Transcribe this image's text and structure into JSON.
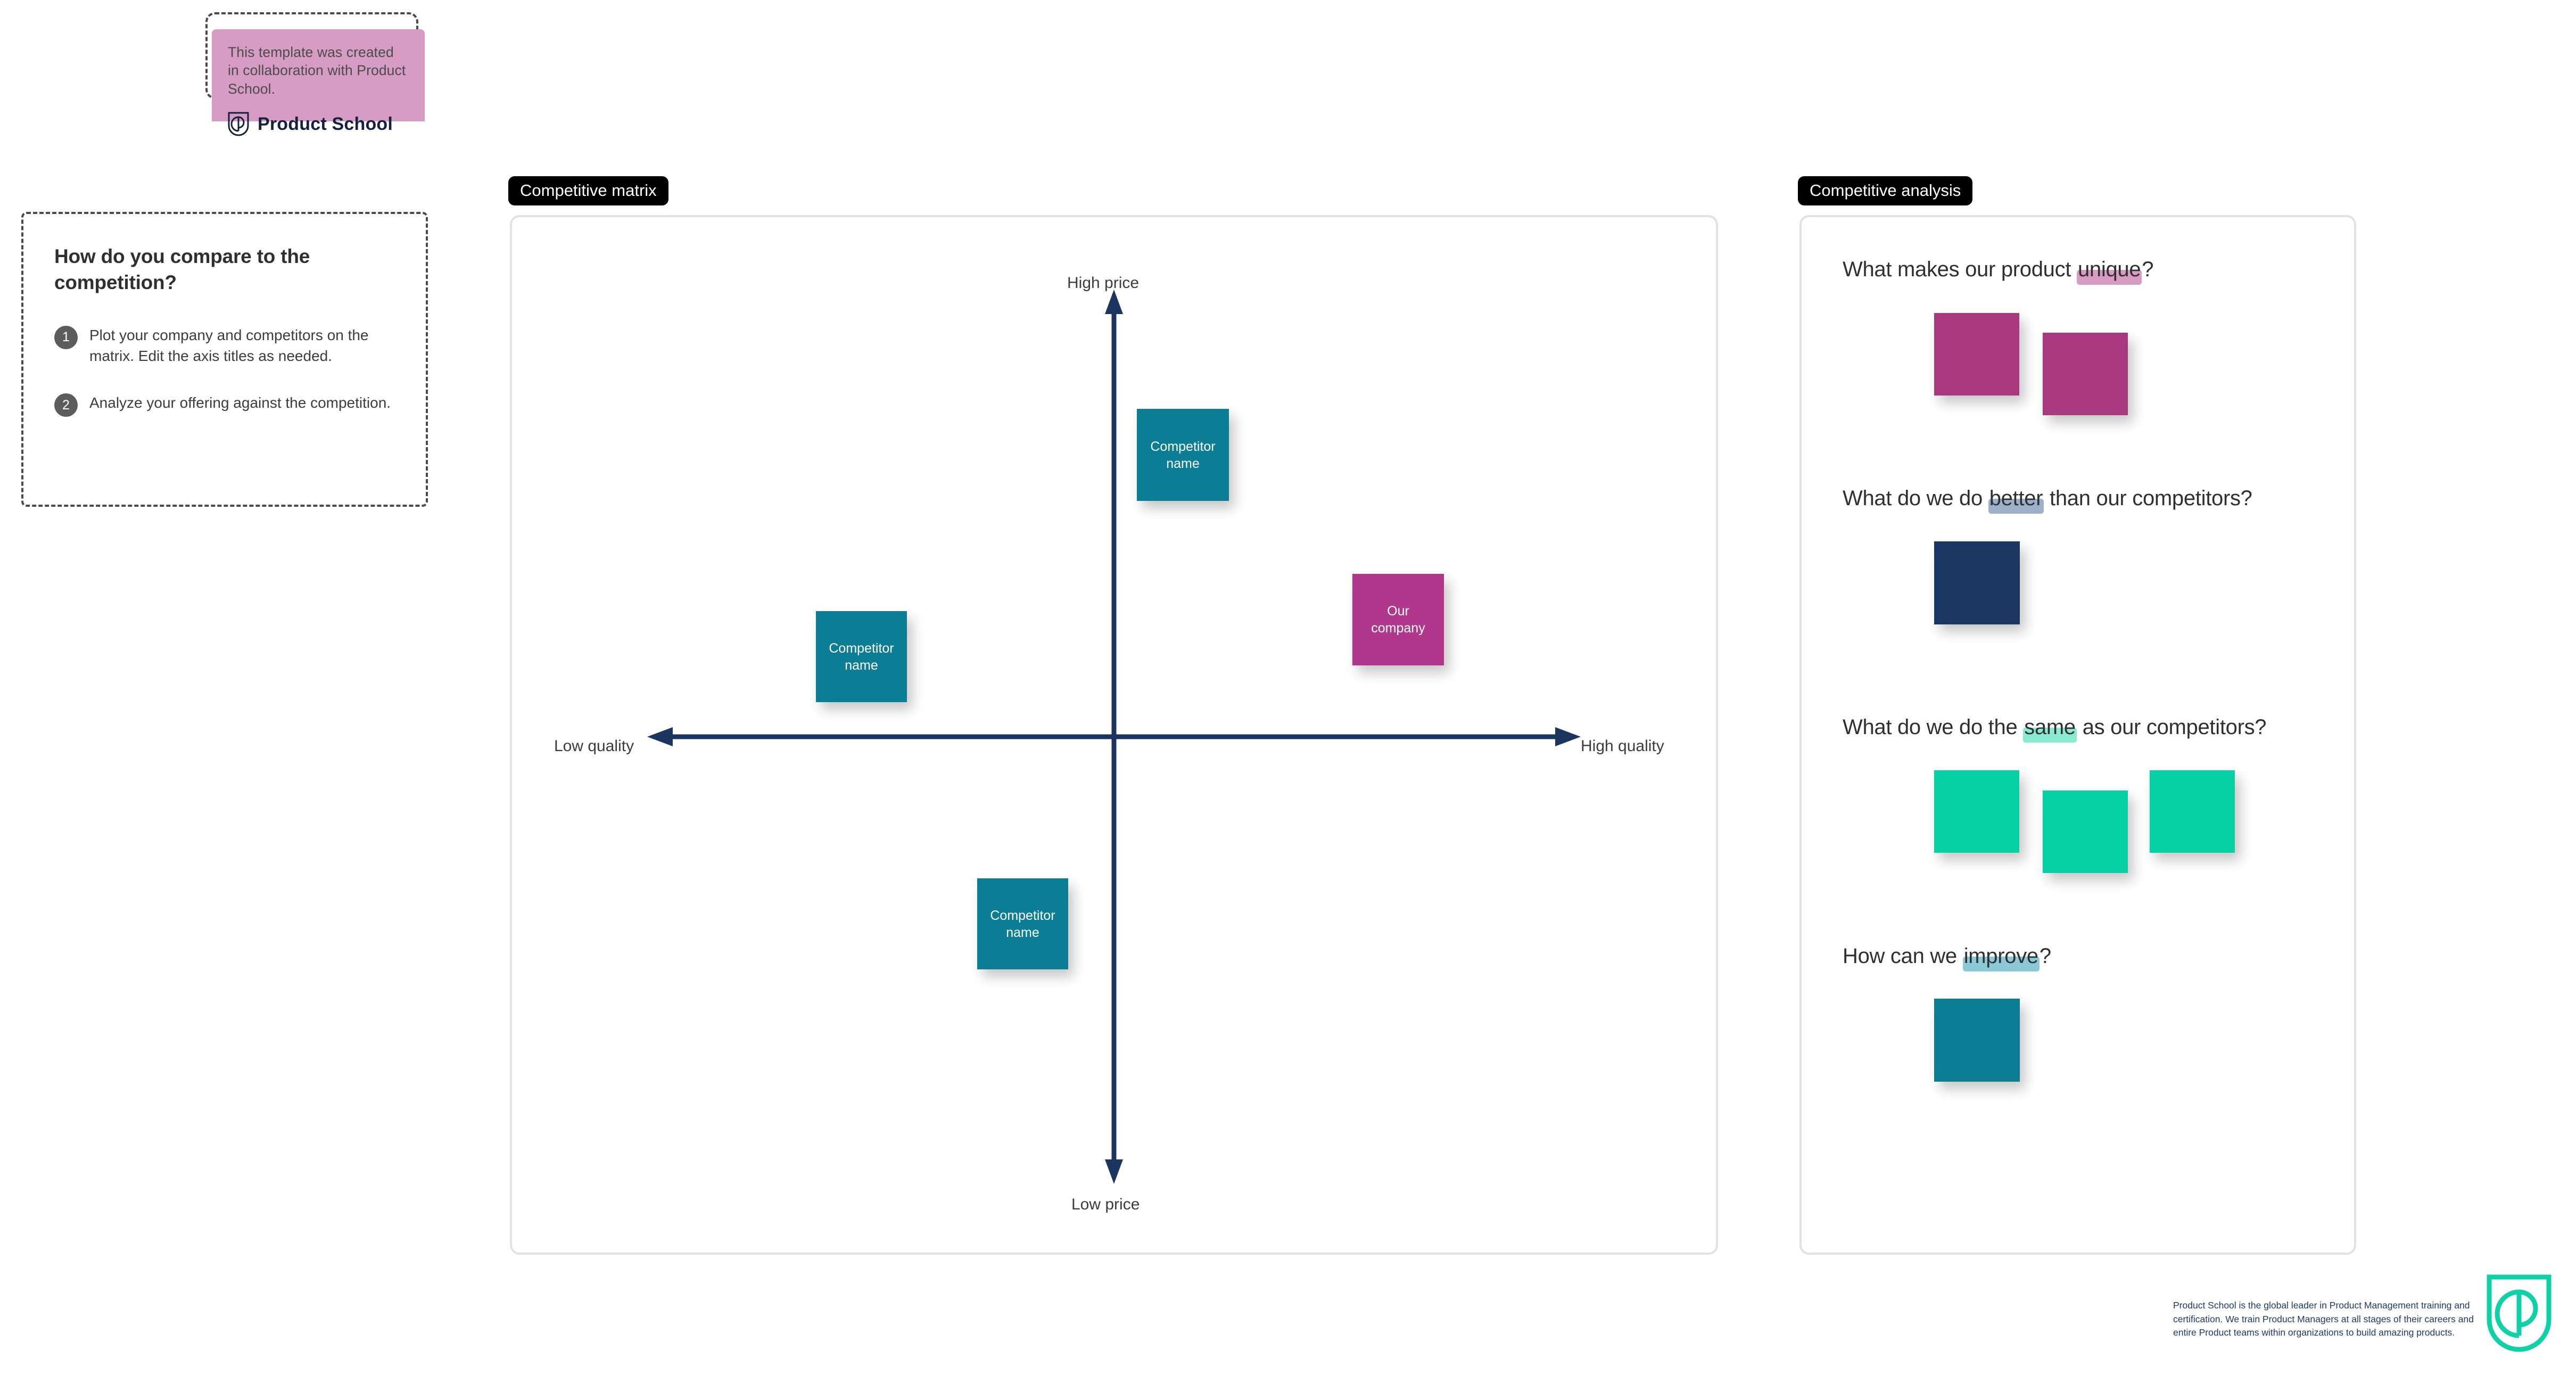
{
  "attribution": {
    "text": "This template was created in collaboration with Product School.",
    "brand_name": "Product School",
    "shield_icon": "product-school-shield-icon",
    "card_color": "#d79cc4"
  },
  "instructions": {
    "title": "How do you compare to the competition?",
    "steps": [
      {
        "number": "1",
        "text": "Plot your company and competitors on the matrix. Edit the axis titles as needed."
      },
      {
        "number": "2",
        "text": "Analyze your offering against the competition."
      }
    ]
  },
  "matrix": {
    "frame_tag": "Competitive matrix",
    "axes": {
      "top": "High price",
      "bottom": "Low price",
      "left": "Low quality",
      "right": "High quality",
      "color": "#1c355e"
    },
    "notes": [
      {
        "id": "m1",
        "label": "Competitor\nname",
        "color": "#0b7e96",
        "quadrant": "upper-right"
      },
      {
        "id": "m2",
        "label": "Competitor\nname",
        "color": "#0b7e96",
        "quadrant": "upper-left"
      },
      {
        "id": "m3",
        "label": "Competitor\nname",
        "color": "#0b7e96",
        "quadrant": "lower-left"
      },
      {
        "id": "m4",
        "label": "Our\ncompany",
        "color": "#b0378b",
        "quadrant": "upper-right"
      }
    ]
  },
  "analysis": {
    "frame_tag": "Competitive analysis",
    "questions": [
      {
        "id": "q1",
        "pre": "What makes our product ",
        "highlight": "unique",
        "post": "?",
        "highlight_color": "#d89cc4",
        "notes": [
          {
            "color": "#a8397f"
          },
          {
            "color": "#a8397f"
          }
        ]
      },
      {
        "id": "q2",
        "pre": "What do we do ",
        "highlight": "better",
        "post": " than our competitors?",
        "highlight_color": "#9cb0c9",
        "notes": [
          {
            "color": "#1a3764"
          }
        ]
      },
      {
        "id": "q3",
        "pre": "What do we do the ",
        "highlight": "same",
        "post": " as our competitors?",
        "highlight_color": "#8aead0",
        "notes": [
          {
            "color": "#05d1a4"
          },
          {
            "color": "#05d1a4"
          },
          {
            "color": "#05d1a4"
          }
        ]
      },
      {
        "id": "q4",
        "pre": "How can we ",
        "highlight": "improve",
        "post": "?",
        "highlight_color": "#8bc9d6",
        "notes": [
          {
            "color": "#0b7e96"
          }
        ]
      }
    ]
  },
  "footer": {
    "text": "Product School is the global leader in Product Management training and certification. We train Product Managers at all stages of their careers and entire Product teams within organizations to build amazing products.",
    "logo_icon": "product-school-shield-icon",
    "logo_color": "#0fd1a7",
    "text_color": "#1c3a6e"
  }
}
